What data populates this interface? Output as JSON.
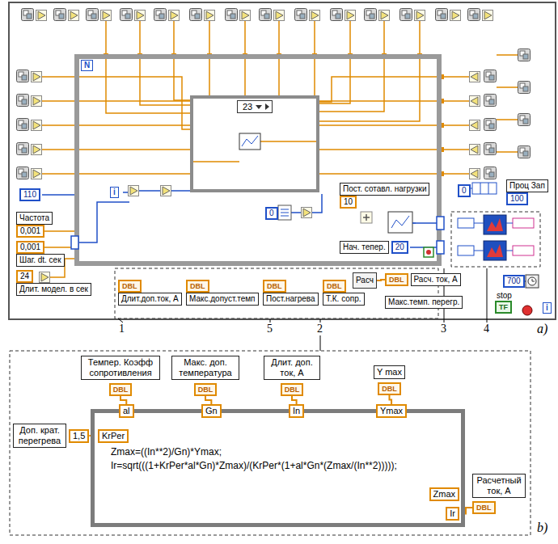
{
  "diagram": {
    "nodes": [
      {
        "text": [
          "23"
        ]
      },
      {
        "text": [
          "110"
        ]
      },
      {
        "text": [
          "Частота",
          "0,001"
        ]
      },
      {
        "text": [
          "0,001",
          "Шаг. dt. сек"
        ]
      },
      {
        "text": [
          "24",
          "Длит. модел. в сек"
        ]
      },
      {
        "text": [
          "Проц Зап",
          "100"
        ]
      },
      {
        "text": [
          "Пост. сотавл. нагрузки",
          "10"
        ]
      },
      {
        "text": [
          "Нач. тепер.",
          "20"
        ]
      },
      {
        "text": [
          "0"
        ]
      },
      {
        "text": [
          "0"
        ]
      },
      {
        "text": [
          "Расч"
        ]
      },
      {
        "text": [
          "DBL",
          "Длит.доп.ток, А"
        ]
      },
      {
        "text": [
          "DBL",
          "Макс.допуст.темп"
        ]
      },
      {
        "text": [
          "DBL",
          "Пост.нагрева"
        ]
      },
      {
        "text": [
          "DBL",
          "Т.К. сопр."
        ]
      },
      {
        "text": [
          "DBL",
          "Расч. ток, А"
        ]
      },
      {
        "text": [
          "Макс.темп. перегр."
        ]
      },
      {
        "text": [
          "700"
        ]
      },
      {
        "text": [
          "stop",
          "TF"
        ]
      },
      {
        "text": [
          "Темпер. Коэфф сопротивления",
          "DBL"
        ]
      },
      {
        "text": [
          "Макс. доп. температура",
          "DBL"
        ]
      },
      {
        "text": [
          "Длит. доп. ток, А",
          "DBL"
        ]
      },
      {
        "text": [
          "Y max",
          "DBL"
        ]
      },
      {
        "text": [
          "Доп. крат. перегрева",
          "1,5"
        ]
      },
      {
        "text": [
          "Zmax=((In**2)/Gn)*Ymax;",
          "Ir=sqrt(((1+KrPer*al*Gn)*Zmax)/(KrPer*(1+al*Gn*(Zmax/(In**2)))));"
        ]
      },
      {
        "text": [
          "KrPer"
        ],
        "in": 24
      },
      {
        "text": [
          "al"
        ],
        "in": 24
      },
      {
        "text": [
          "Gn"
        ],
        "in": 24
      },
      {
        "text": [
          "In"
        ],
        "in": 24
      },
      {
        "text": [
          "Ymax"
        ],
        "in": 24
      },
      {
        "text": [
          "Zmax"
        ],
        "in": 24
      },
      {
        "text": [
          "Ir"
        ],
        "in": 24
      },
      {
        "text": [
          "Расчетный ток, А",
          "DBL"
        ]
      }
    ],
    "edges": [
      {
        "from": 10,
        "to": 15,
        "arrow": "none"
      },
      {
        "from": 23,
        "to": 25,
        "arrow": "none"
      },
      {
        "from": 19,
        "to": 26,
        "arrow": "none"
      },
      {
        "from": 20,
        "to": 27,
        "arrow": "none"
      },
      {
        "from": 21,
        "to": 28,
        "arrow": "none"
      },
      {
        "from": 22,
        "to": 29,
        "arrow": "none"
      },
      {
        "from": 31,
        "to": 32,
        "arrow": "none"
      }
    ],
    "labels": [
      "N",
      "i",
      "i",
      "1",
      "5",
      "2",
      "3",
      "4",
      "a)",
      "b)"
    ]
  }
}
